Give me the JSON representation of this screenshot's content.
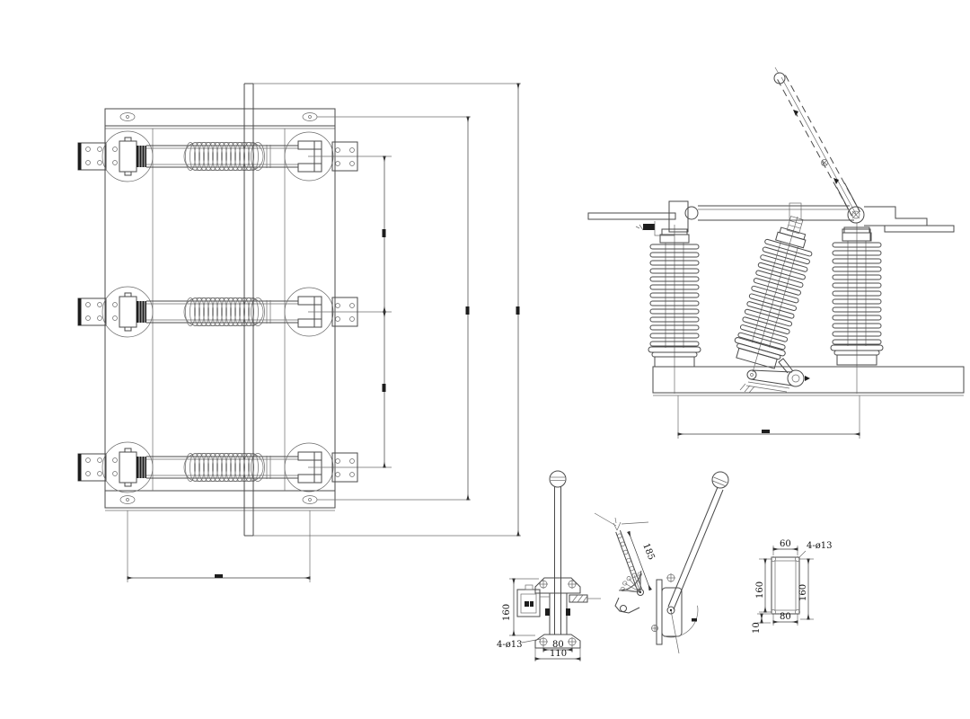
{
  "page": {
    "background": "#ffffff",
    "line_color": "#4a4a4a",
    "dim_text_color": "#111111"
  },
  "drawing": {
    "type": "CAD engineering drawing - outdoor high-voltage disconnect switch",
    "views": {
      "plan_view": "three-phase switch top/plan view with blades, springs and jaw contacts",
      "side_view": "side elevation with two post insulators, one rotating insulator, blade shown closed and open (dashed)",
      "handle_front_view": "operating handle front view",
      "handle_side_view": "operating handle side view with sector plate",
      "bracket_detail": "mounting bracket hole-pattern detail"
    },
    "dimensions": {
      "handle_front": {
        "height": "160",
        "hole_callout": "4-ø13",
        "hole_spacing": "80",
        "base_width": "110"
      },
      "handle_side": {
        "rod_length": "185"
      },
      "bracket_detail": {
        "top_hole_spacing": "60",
        "hole_callout": "4-ø13",
        "height_left": "160",
        "height_right": "160",
        "bottom_hole_spacing": "80",
        "edge_offset": "10"
      }
    }
  }
}
